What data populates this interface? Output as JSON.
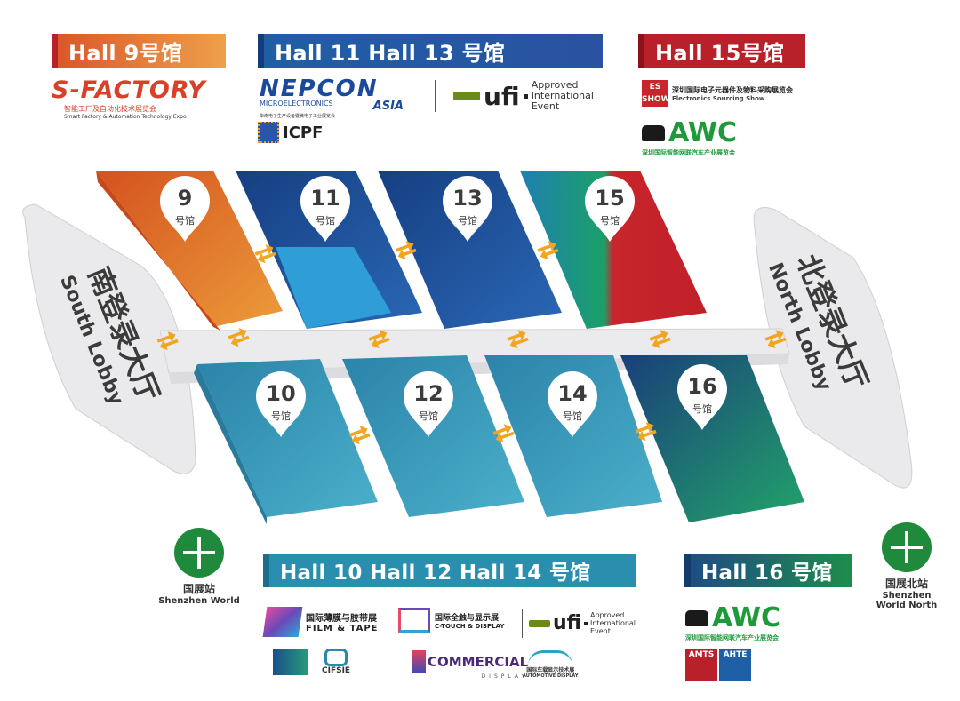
{
  "banners": {
    "hall9": "Hall 9号馆",
    "hall11_13": "Hall 11 Hall 13 号馆",
    "hall15": "Hall 15号馆",
    "hall10_12_14": "Hall 10  Hall 12 Hall 14 号馆",
    "hall16": "Hall 16 号馆"
  },
  "halls": [
    {
      "number": "9",
      "label": "号馆"
    },
    {
      "number": "11",
      "label": "号馆"
    },
    {
      "number": "13",
      "label": "号馆"
    },
    {
      "number": "15",
      "label": "号馆"
    },
    {
      "number": "10",
      "label": "号馆"
    },
    {
      "number": "12",
      "label": "号馆"
    },
    {
      "number": "14",
      "label": "号馆"
    },
    {
      "number": "16",
      "label": "号馆"
    }
  ],
  "lobbies": {
    "south_cn": "南登录大厅",
    "south_en": "South Lobby",
    "north_cn": "北登录大厅",
    "north_en": "North Lobby"
  },
  "logos": {
    "sfactory": "S-FACTORY",
    "sfactory_cn": "智能工厂及自动化技术展览会",
    "sfactory_en": "Smart Factory & Automation Technology Expo",
    "nepcon": "NEPCON",
    "nepcon_sub": "MICROELECTRONICS",
    "nepcon_asia": "ASIA",
    "nepcon_cn": "华南电子生产设备暨微电子工业展览会",
    "icpf": "ICPF",
    "ufi": "ufi",
    "ufi_text": "Approved International Event",
    "es_show": "ES SHOW",
    "es_cn": "深圳国际电子元器件及物料采购展览会",
    "es_en": "Electronics Sourcing Show",
    "awc": "AWC",
    "awc_cn": "深圳国际智能网联汽车产业展览会",
    "film_cn": "国际薄膜与胶带展",
    "film_en": "FILM & TAPE",
    "ctouch_cn": "国际全触与显示展",
    "ctouch_en": "C-TOUCH & DISPLAY",
    "commercial": "COMMERCIAL",
    "commercial_sub": "DISPLAY",
    "auto_cn": "国际车载显示技术展",
    "auto_en": "AUTOMOTIVE DISPLAY",
    "cifsie": "CIFSIE",
    "amts": "AMTS",
    "ahte": "AHTE"
  },
  "stations": {
    "south_cn": "国展站",
    "south_en": "Shenzhen World",
    "north_cn": "国展北站",
    "north_en": "Shenzhen World North"
  },
  "colors": {
    "hall9": "#e06a25",
    "hall11_13": "#1e4d9a",
    "hall15_red": "#c8252c",
    "hall15_green": "#1c9a63",
    "hall_teal": "#3597b8",
    "hall16": "#1b6c79",
    "banner_red": "#b8202a",
    "banner_blue": "#1f5fa5",
    "banner_teal": "#2a8fae",
    "banner_green": "#1e8c4c",
    "arrow": "#f2a521",
    "lobby": "#e8e8ea",
    "station": "#1f8a3b"
  }
}
